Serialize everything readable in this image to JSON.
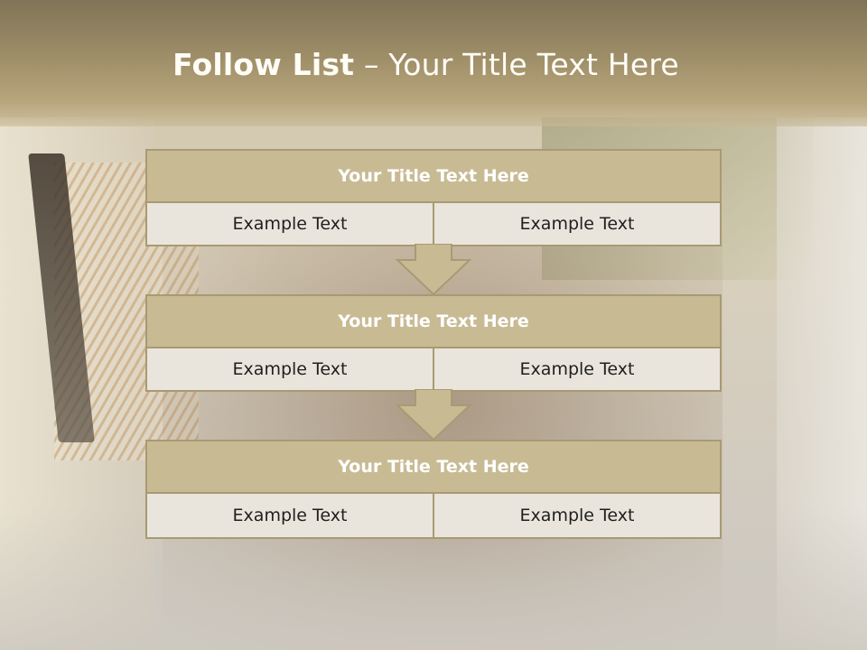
{
  "slide": {
    "title_bold": "Follow List",
    "title_rest": " – Your Title Text Here"
  },
  "stages": [
    {
      "title": "Your Title Text Here",
      "left": "Example Text",
      "right": "Example Text"
    },
    {
      "title": "Your Title Text Here",
      "left": "Example Text",
      "right": "Example Text"
    },
    {
      "title": "Your Title Text Here",
      "left": "Example Text",
      "right": "Example Text"
    }
  ],
  "colors": {
    "header": "#9e8e68",
    "title_bar": "#c8bb94",
    "cell": "#eae5dc",
    "border": "#a89a73",
    "arrow_fill": "#c8bb94"
  }
}
